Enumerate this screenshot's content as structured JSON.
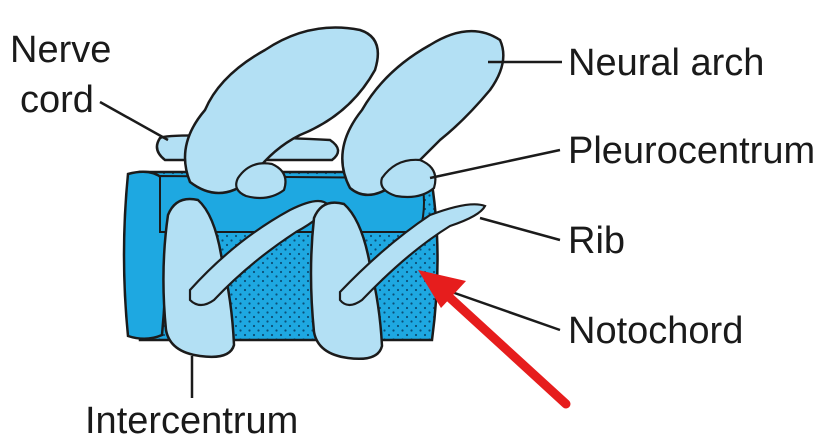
{
  "labels": {
    "nerve_line1": "Nerve",
    "nerve_line2": "cord",
    "neural_arch": "Neural arch",
    "pleurocentrum": "Pleurocentrum",
    "rib": "Rib",
    "notochord": "Notochord",
    "intercentrum": "Intercentrum"
  },
  "colors": {
    "bone_light": "#b3e0f4",
    "bone_mid": "#1ea8e1",
    "outline": "#1b1b1b",
    "notochord_dots": "#0b4f78",
    "arrow": "#e61d1d"
  }
}
